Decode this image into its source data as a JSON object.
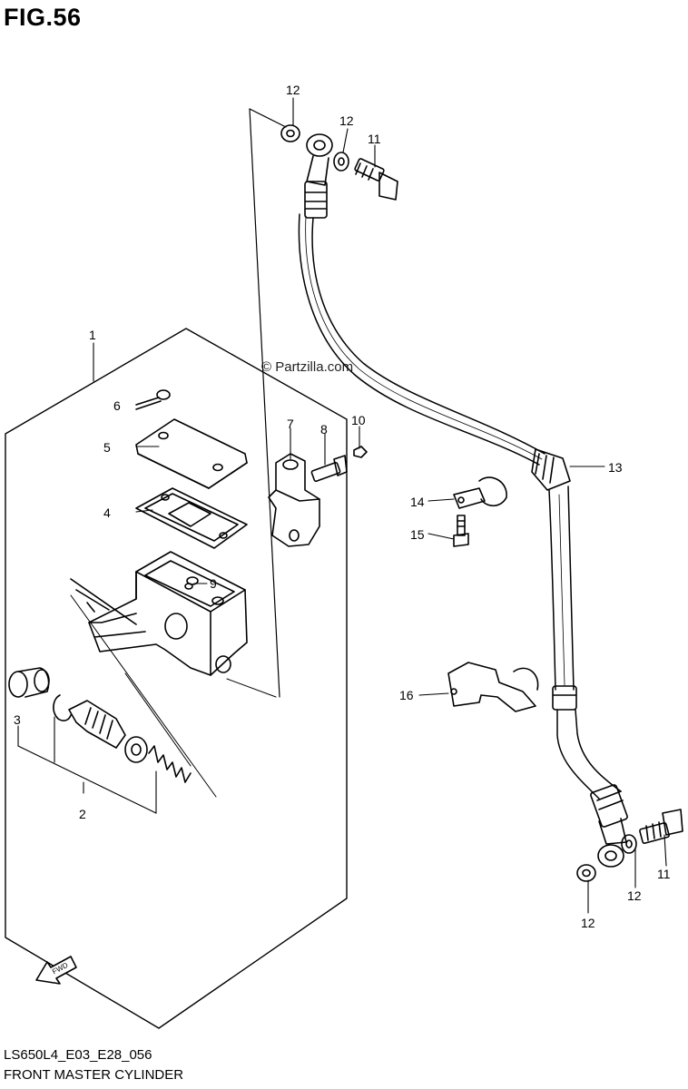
{
  "figure": {
    "title": "FIG.56",
    "model_code": "LS650L4_E03_E28_056",
    "name": "FRONT MASTER CYLINDER",
    "watermark": "© Partzilla.com",
    "fwd_label": "FWD"
  },
  "callouts": [
    {
      "id": "c1",
      "text": "1"
    },
    {
      "id": "c2",
      "text": "2"
    },
    {
      "id": "c3",
      "text": "3"
    },
    {
      "id": "c4",
      "text": "4"
    },
    {
      "id": "c5",
      "text": "5"
    },
    {
      "id": "c6",
      "text": "6"
    },
    {
      "id": "c7",
      "text": "7"
    },
    {
      "id": "c8",
      "text": "8"
    },
    {
      "id": "c9",
      "text": "9"
    },
    {
      "id": "c10",
      "text": "10"
    },
    {
      "id": "c11a",
      "text": "11"
    },
    {
      "id": "c11b",
      "text": "11"
    },
    {
      "id": "c12a",
      "text": "12"
    },
    {
      "id": "c12b",
      "text": "12"
    },
    {
      "id": "c12c",
      "text": "12"
    },
    {
      "id": "c12d",
      "text": "12"
    },
    {
      "id": "c13",
      "text": "13"
    },
    {
      "id": "c14",
      "text": "14"
    },
    {
      "id": "c15",
      "text": "15"
    },
    {
      "id": "c16",
      "text": "16"
    }
  ]
}
